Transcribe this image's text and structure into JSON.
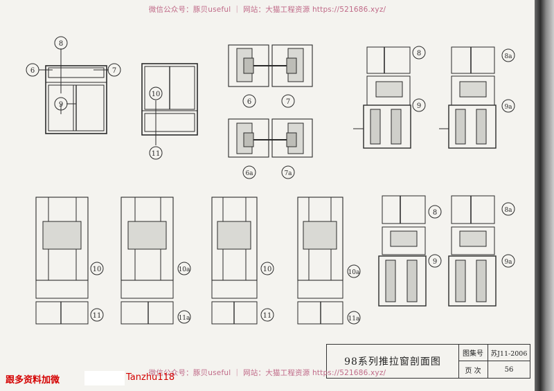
{
  "watermark_text": "微信公众号：豚贝useful ｜ 网站：大猫工程资源 https://521686.xyz/",
  "title_block": {
    "title": "98系列推拉窗剖面图",
    "atlas_label": "图集号",
    "atlas_value": "苏J11-2006",
    "page_label": "页 次",
    "page_value": "56"
  },
  "callouts": {
    "c8": "8",
    "c6": "6",
    "c7": "7",
    "c9": "9",
    "c10": "10",
    "c11": "11",
    "c6a": "6a",
    "c7a": "7a",
    "c8a": "8a",
    "c9a": "9a",
    "c10a": "10a",
    "c11a": "11a"
  },
  "promo": {
    "left_text": "跟多资料加微",
    "right_text": "Tanzhu118"
  },
  "colors": {
    "ink": "#2a2a2a",
    "watermark": "#c06a88",
    "promo": "#d40000",
    "paper": "#f4f3ef"
  }
}
